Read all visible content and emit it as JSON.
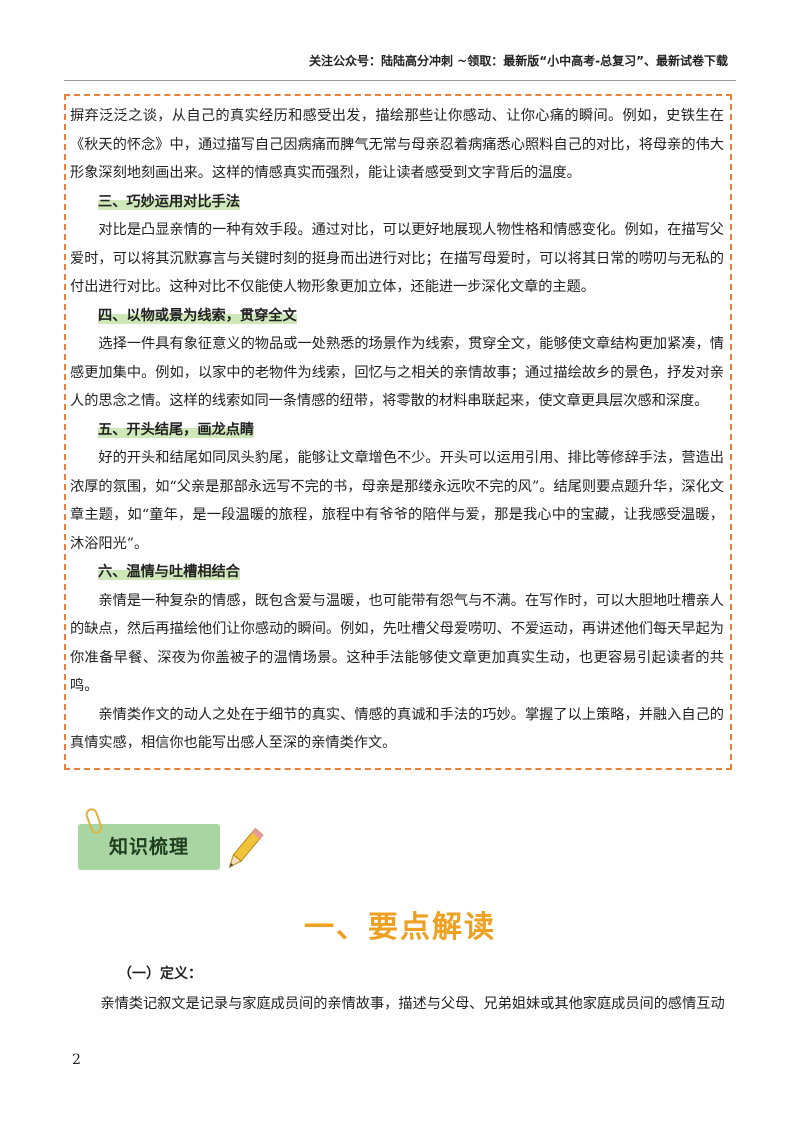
{
  "header": {
    "text": "关注公众号：陆陆高分冲刺 ~领取：最新版“小中高考-总复习”、最新试卷下载"
  },
  "box": {
    "p0": "摒弃泛泛之谈，从自己的真实经历和感受出发，描绘那些让你感动、让你心痛的瞬间。例如，史铁生在《秋天的怀念》中，通过描写自己因病痛而脾气无常与母亲忍着病痛悉心照料自己的对比，将母亲的伟大形象深刻地刻画出来。这样的情感真实而强烈，能让读者感受到文字背后的温度。",
    "h3": "三、巧妙运用对比手法",
    "p3": "对比是凸显亲情的一种有效手段。通过对比，可以更好地展现人物性格和情感变化。例如，在描写父爱时，可以将其沉默寡言与关键时刻的挺身而出进行对比；在描写母爱时，可以将其日常的唠叨与无私的付出进行对比。这种对比不仅能使人物形象更加立体，还能进一步深化文章的主题。",
    "h4": "四、以物或景为线索，贯穿全文",
    "p4": "选择一件具有象征意义的物品或一处熟悉的场景作为线索，贯穿全文，能够使文章结构更加紧凑，情感更加集中。例如，以家中的老物件为线索，回忆与之相关的亲情故事；通过描绘故乡的景色，抒发对亲人的思念之情。这样的线索如同一条情感的纽带，将零散的材料串联起来，使文章更具层次感和深度。",
    "h5": "五、开头结尾，画龙点睛",
    "p5": "好的开头和结尾如同凤头豹尾，能够让文章增色不少。开头可以运用引用、排比等修辞手法，营造出浓厚的氛围，如“父亲是那部永远写不完的书，母亲是那缕永远吹不完的风”。结尾则要点题升华，深化文章主题，如“童年，是一段温暖的旅程，旅程中有爷爷的陪伴与爱，那是我心中的宝藏，让我感受温暖，沐浴阳光”。",
    "h6": "六、温情与吐槽相结合",
    "p6": "亲情是一种复杂的情感，既包含爱与温暖，也可能带有怨气与不满。在写作时，可以大胆地吐槽亲人的缺点，然后再描绘他们让你感动的瞬间。例如，先吐槽父母爱唠叨、不爱运动，再讲述他们每天早起为你准备早餐、深夜为你盖被子的温情场景。这种手法能够使文章更加真实生动，也更容易引起读者的共鸣。",
    "p7": "亲情类作文的动人之处在于细节的真实、情感的真诚和手法的巧妙。掌握了以上策略，并融入自己的真情实感，相信你也能写出感人至深的亲情类作文。"
  },
  "tag": {
    "label": "知识梳理"
  },
  "section_title": "一、要点解读",
  "subsection": "（一）定义：",
  "body_line": "亲情类记叙文是记录与家庭成员间的亲情故事，描述与父母、兄弟姐妹或其他家庭成员间的感情互动",
  "page_number": "2",
  "colors": {
    "box_border": "#e8823a",
    "heading_highlight": "#cfe8b9",
    "tag_bg": "#a8d5a2",
    "title": "#f0a020"
  },
  "icons": [
    "paperclip-icon",
    "pencil-icon"
  ]
}
